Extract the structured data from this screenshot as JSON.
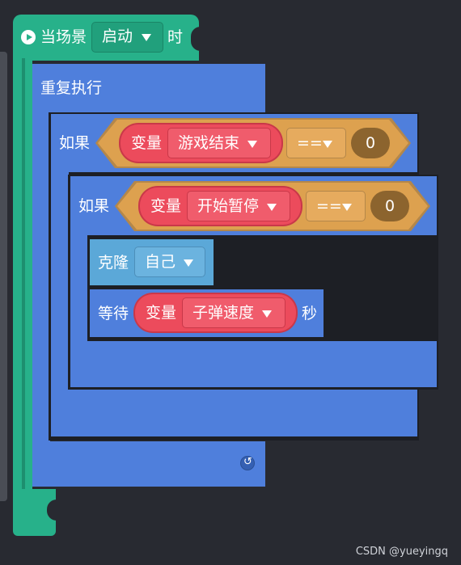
{
  "colors": {
    "background": "#282a31",
    "event_block": "#27b18a",
    "control_block": "#4f7fdc",
    "condition_block": "#dda14f",
    "variable_block": "#ec4b5c",
    "looks_block": "#5ba8d8"
  },
  "hat": {
    "icon": "play-icon",
    "prefix": "当场景",
    "dropdown": "启动",
    "suffix": "时"
  },
  "repeat": {
    "label": "重复执行",
    "icon": "loop-icon"
  },
  "if1": {
    "label": "如果",
    "var_label": "变量",
    "var_name": "游戏结束",
    "operator": "==",
    "value": "0"
  },
  "if2": {
    "label": "如果",
    "var_label": "变量",
    "var_name": "开始暂停",
    "operator": "==",
    "value": "0"
  },
  "clone": {
    "label": "克隆",
    "target": "自己"
  },
  "wait": {
    "label": "等待",
    "var_label": "变量",
    "var_name": "子弹速度",
    "unit": "秒"
  },
  "watermark": "CSDN @yueyingq"
}
